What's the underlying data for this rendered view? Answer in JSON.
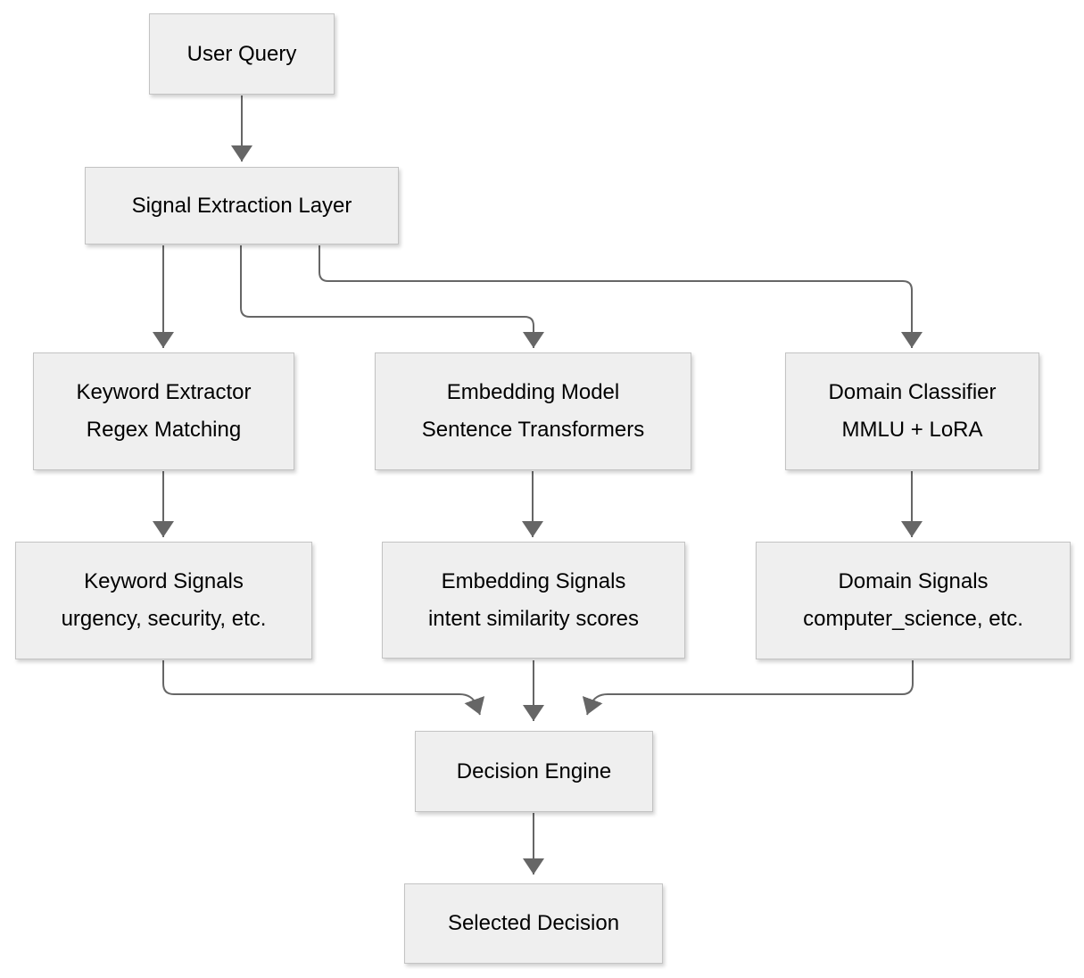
{
  "colors": {
    "background": "#ffffff",
    "node-fill": "#efefef",
    "node-border": "#c3c3c3",
    "edge-color": "#666666",
    "text-color": "#000000"
  },
  "diagram": {
    "type": "flowchart",
    "direction": "top-down",
    "nodes": [
      {
        "id": "user-query",
        "label": "User Query"
      },
      {
        "id": "signal-extraction-layer",
        "label": "Signal Extraction Layer"
      },
      {
        "id": "keyword-extractor",
        "label": "Keyword Extractor",
        "sublabel": "Regex Matching"
      },
      {
        "id": "embedding-model",
        "label": "Embedding Model",
        "sublabel": "Sentence Transformers"
      },
      {
        "id": "domain-classifier",
        "label": "Domain Classifier",
        "sublabel": "MMLU + LoRA"
      },
      {
        "id": "keyword-signals",
        "label": "Keyword Signals",
        "sublabel": "urgency, security, etc."
      },
      {
        "id": "embedding-signals",
        "label": "Embedding Signals",
        "sublabel": "intent similarity scores"
      },
      {
        "id": "domain-signals",
        "label": "Domain Signals",
        "sublabel": "computer_science, etc."
      },
      {
        "id": "decision-engine",
        "label": "Decision Engine"
      },
      {
        "id": "selected-decision",
        "label": "Selected Decision"
      }
    ],
    "edges": [
      {
        "from": "user-query",
        "to": "signal-extraction-layer"
      },
      {
        "from": "signal-extraction-layer",
        "to": "keyword-extractor"
      },
      {
        "from": "signal-extraction-layer",
        "to": "embedding-model"
      },
      {
        "from": "signal-extraction-layer",
        "to": "domain-classifier"
      },
      {
        "from": "keyword-extractor",
        "to": "keyword-signals"
      },
      {
        "from": "embedding-model",
        "to": "embedding-signals"
      },
      {
        "from": "domain-classifier",
        "to": "domain-signals"
      },
      {
        "from": "keyword-signals",
        "to": "decision-engine"
      },
      {
        "from": "embedding-signals",
        "to": "decision-engine"
      },
      {
        "from": "domain-signals",
        "to": "decision-engine"
      },
      {
        "from": "decision-engine",
        "to": "selected-decision"
      }
    ]
  }
}
